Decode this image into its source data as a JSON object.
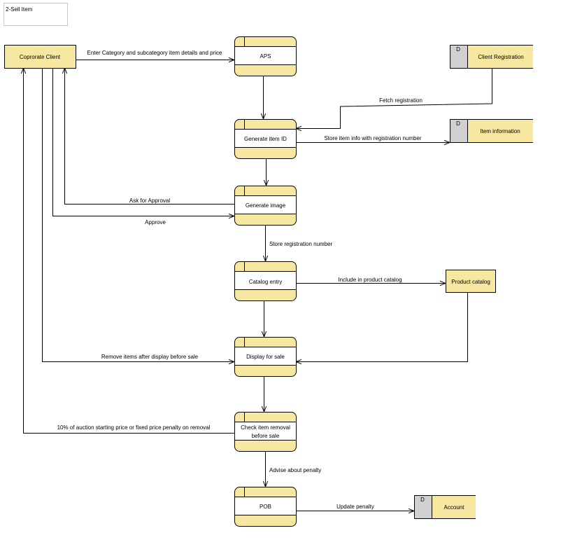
{
  "title": "2-Sell Item",
  "entities": {
    "corporate_client": "Coprorate Client",
    "product_catalog": "Product catalog"
  },
  "processes": {
    "aps": "APS",
    "generate_item_id": "Generate item ID",
    "generate_image": "Generate image",
    "catalog_entry": "Catalog entry",
    "display_for_sale": "Display for sale",
    "check_item_removal": [
      "Check item removal",
      "before sale"
    ],
    "pob": "POB"
  },
  "data_stores": {
    "client_registration": {
      "tag": "D",
      "name": "Client Registration"
    },
    "item_information": {
      "tag": "D",
      "name": "Item information"
    },
    "account": {
      "tag": "D",
      "name": "Account"
    }
  },
  "flows": {
    "enter_details": "Enter Category and subcategory item details and price",
    "fetch_registration": "Fetch registration",
    "store_item_info": "Store item info with registration number",
    "ask_approval": "Ask for Approval",
    "approve": "Approve",
    "store_registration_number": "Store registration number",
    "include_in_catalog": "Include in product catalog",
    "remove_items": "Remove items after display before sale",
    "penalty_on_removal": "10% of auction starting price or fixed price penalty on removal",
    "advise_penalty": "Advise about penalty",
    "update_penalty": "Update penalty"
  },
  "colors": {
    "node_fill": "#f6e7a1",
    "store_tag_fill": "#d0d0d0",
    "line": "#000000"
  }
}
